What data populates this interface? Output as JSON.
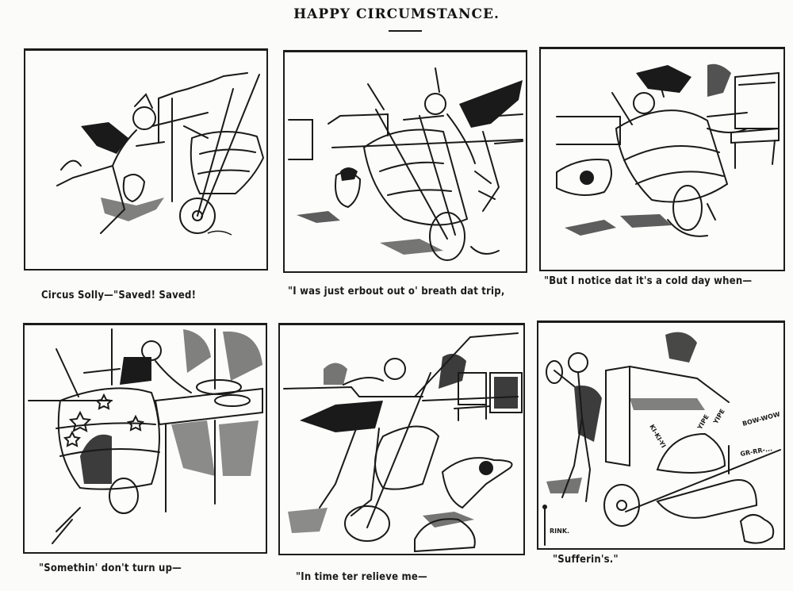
{
  "title": "HAPPY CIRCUMSTANCE.",
  "panels": [
    {
      "index": 1,
      "caption": "Circus Solly—\"Saved!  Saved!",
      "scene": "Man in cap leaps away from a rolling wheelbarrow in front of a broken wall; a small dog behind him"
    },
    {
      "index": 2,
      "caption": "\"I was just erbout out o' breath dat trip,",
      "scene": "Man pushes a wheelbarrow at speed; dog watches beside a fence"
    },
    {
      "index": 3,
      "caption": "\"But I notice dat it's a cold day when—",
      "scene": "Wheelbarrow tipping upward with man behind it; spotted dog runs off; table and doorway in background"
    },
    {
      "index": 4,
      "caption": "\"Somethin' don't turn up—",
      "scene": "Wheelbarrow overturned with stars; woman sets pies on a table in background"
    },
    {
      "index": 5,
      "caption": "\"In time ter relieve me—",
      "scene": "Man runs with wheelbarrow; spotted dog leaps ahead; house with chairs in background"
    },
    {
      "index": 6,
      "caption": "\"Sufferin's.\"",
      "scene": "Man walks away eating pie while the wheelbarrow lies on a pile of dogs",
      "sound_effects": [
        "KI-KI-YI",
        "YIPE",
        "YIPE",
        "BOW-WOW",
        "GR-RR-..."
      ],
      "signature": "RINK."
    }
  ]
}
